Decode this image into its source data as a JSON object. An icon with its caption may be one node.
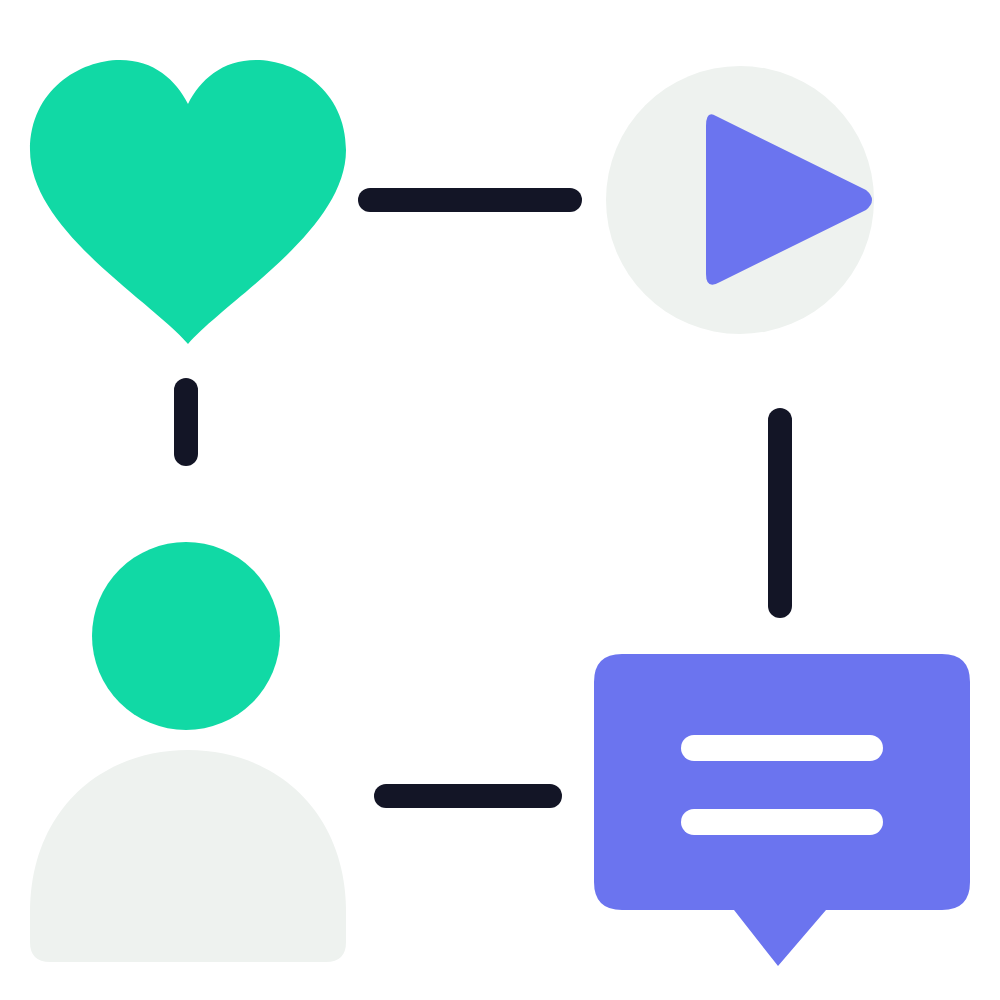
{
  "diagram": {
    "nodes": [
      {
        "text": [],
        "shape": "heart"
      },
      {
        "text": [],
        "shape": "circle"
      },
      {
        "text": [],
        "shape": "person"
      },
      {
        "text": [],
        "shape": "bubble"
      }
    ],
    "edges": [
      {
        "from": 0,
        "to": 1,
        "arrow": "none"
      },
      {
        "from": 0,
        "to": 2,
        "arrow": "none"
      },
      {
        "from": 1,
        "to": 3,
        "arrow": "none"
      },
      {
        "from": 2,
        "to": 3,
        "arrow": "none"
      }
    ]
  }
}
